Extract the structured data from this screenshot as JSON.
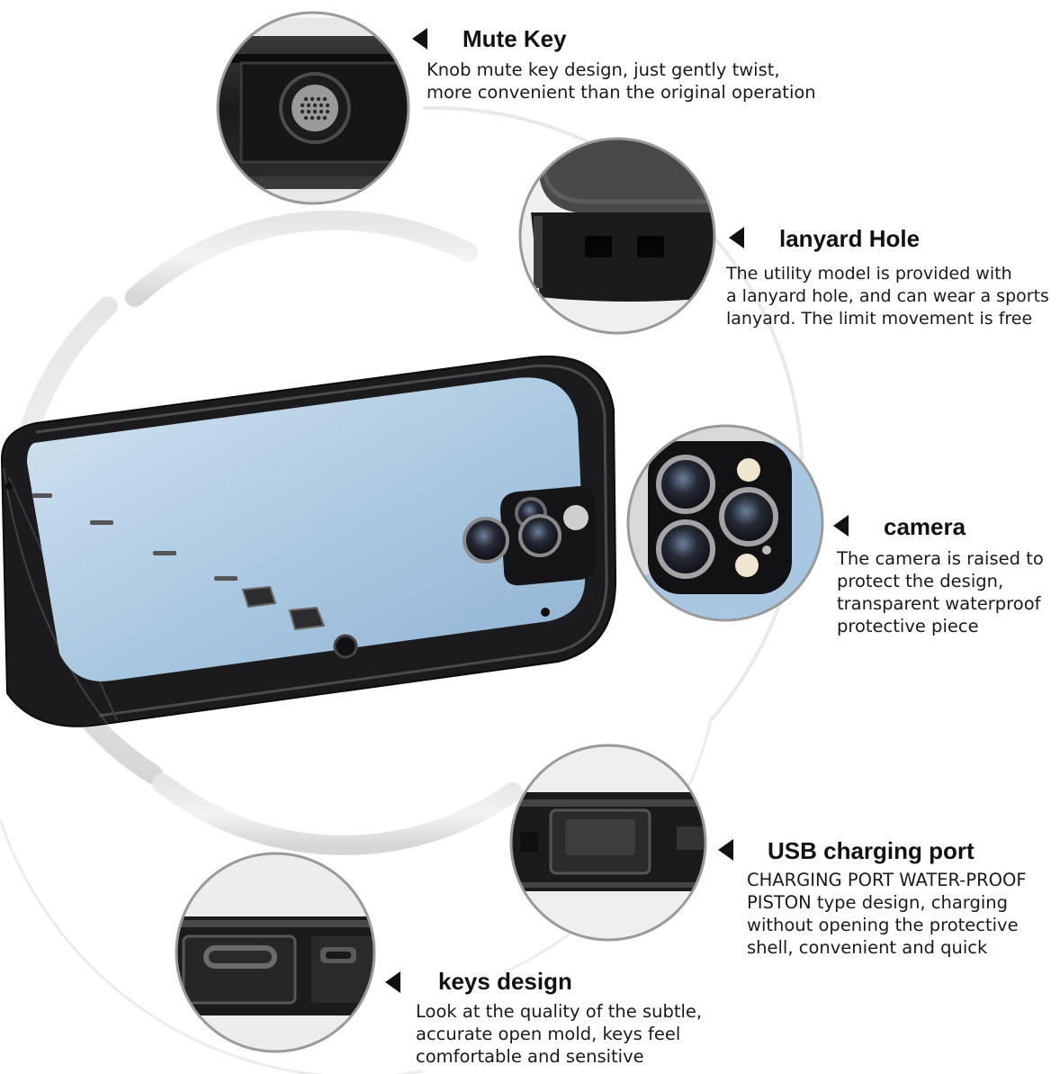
{
  "features": {
    "mute_key": {
      "title": "Mute Key",
      "description": "Knob mute key design, just gently twist,\nmore convenient than the original operation"
    },
    "lanyard_hole": {
      "title": "lanyard Hole",
      "description": "The utility model is provided with\na lanyard hole, and can wear a sports\nlanyard. The limit movement is free"
    },
    "camera": {
      "title": "camera",
      "description": "The camera is raised to\nprotect the design,\ntransparent waterproof\nprotective piece"
    },
    "usb_port": {
      "title": "USB charging port",
      "description": "CHARGING PORT WATER-PROOF\nPISTON type design, charging\nwithout opening the protective\nshell, convenient and quick"
    },
    "keys_design": {
      "title": "keys design",
      "description": "Look at the quality of the subtle,\naccurate open mold, keys feel\ncomfortable and sensitive"
    }
  },
  "colors": {
    "case_black": "#1b1b1d",
    "screen_blue": "#a9c7e0",
    "ring_grey": "#dcdcdc",
    "circle_border": "#9a9a9a"
  },
  "icons": {
    "pointer": "triangle-left-icon"
  }
}
